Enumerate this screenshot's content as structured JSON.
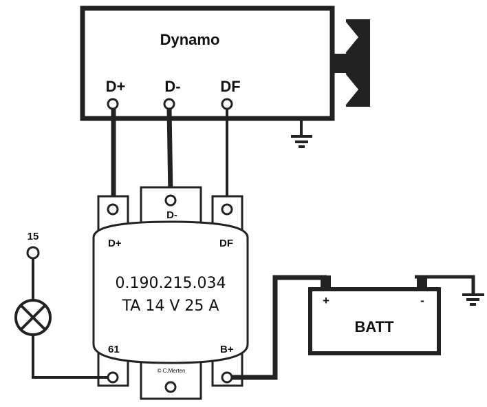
{
  "diagram": {
    "colors": {
      "line": "#222222",
      "background": "#ffffff",
      "text": "#111111"
    },
    "dynamo": {
      "title": "Dynamo",
      "terminals": [
        "D+",
        "D-",
        "DF"
      ]
    },
    "regulator": {
      "part_number": "0.190.215.034",
      "rating": "TA 14 V 25 A",
      "terminals": {
        "d_plus": "D+",
        "d_minus": "D-",
        "df": "DF",
        "t61": "61",
        "b_plus": "B+"
      },
      "copyright": "© C.Merten"
    },
    "lamp": {
      "terminal_label": "15"
    },
    "battery": {
      "label": "BATT",
      "plus": "+",
      "minus": "-"
    }
  }
}
